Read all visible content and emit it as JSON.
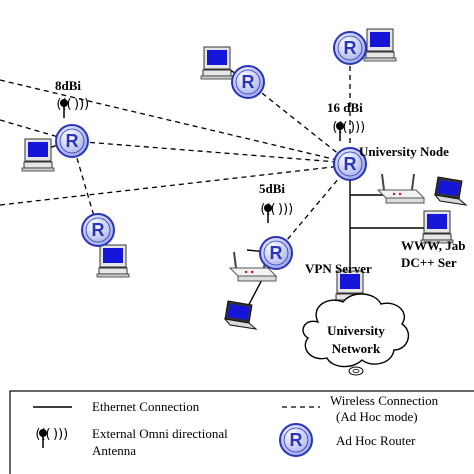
{
  "labels": {
    "gain_8": "8dBi",
    "gain_16": "16 dBi",
    "gain_5": "5dBi",
    "university_node": "University Node",
    "www": "WWW, Jab",
    "dc": "DC++ Ser",
    "vpn": "VPN Server",
    "network_line1": "University",
    "network_line2": "Network"
  },
  "router_letter": "R",
  "antenna_glyph": "((( ● )))",
  "legend": {
    "ethernet": "Ethernet Connection",
    "wireless_line1": "Wireless Connection",
    "wireless_line2": "(Ad Hoc mode)",
    "antenna_line1": "External Omni directional",
    "antenna_line2": "Antenna",
    "router": "Ad Hoc Router"
  },
  "colors": {
    "router_fill": "#c9cff5",
    "router_stroke": "#2a36b8",
    "router_letter": "#2a36b8",
    "screen": "#1616d8",
    "line": "#000000"
  }
}
